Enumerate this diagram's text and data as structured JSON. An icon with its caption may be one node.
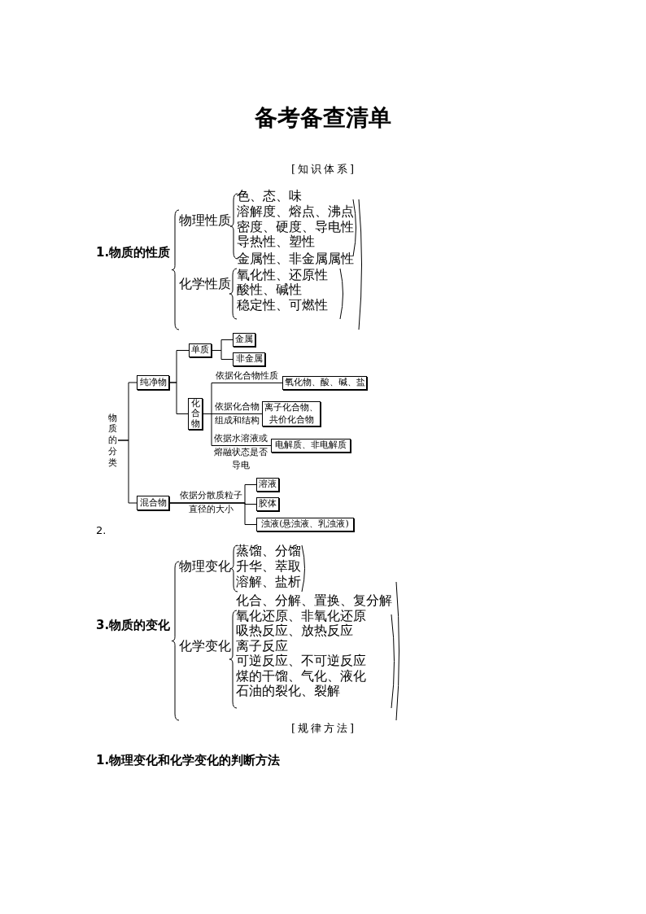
{
  "diagram": {
    "title": "备考备查清单",
    "nodes": [
      {
        "text": [
          "物质的分类"
        ]
      },
      {
        "text": [
          "纯净物"
        ]
      },
      {
        "text": [
          "混合物"
        ]
      },
      {
        "text": [
          "单质"
        ]
      },
      {
        "text": [
          "化合物"
        ]
      },
      {
        "text": [
          "金属"
        ]
      },
      {
        "text": [
          "非金属"
        ]
      },
      {
        "text": [
          "氧化物、酸、碱、盐"
        ]
      },
      {
        "text": [
          "离子化合物、共价化合物"
        ]
      },
      {
        "text": [
          "电解质、非电解质"
        ]
      },
      {
        "text": [
          "溶液"
        ]
      },
      {
        "text": [
          "胶体"
        ]
      },
      {
        "text": [
          "浊液(悬浊液、乳浊液)"
        ]
      }
    ],
    "edges": [
      {
        "from": 0,
        "to": 1,
        "arrow": "none"
      },
      {
        "from": 0,
        "to": 2,
        "arrow": "none"
      },
      {
        "from": 1,
        "to": 3,
        "arrow": "none"
      },
      {
        "from": 1,
        "to": 4,
        "arrow": "none"
      },
      {
        "from": 3,
        "to": 5,
        "arrow": "none"
      },
      {
        "from": 3,
        "to": 6,
        "arrow": "none"
      },
      {
        "from": 4,
        "to": 7,
        "arrow": "none",
        "label": "依据化合物性质"
      },
      {
        "from": 4,
        "to": 8,
        "arrow": "none",
        "label": "依据化合物组成和结构"
      },
      {
        "from": 4,
        "to": 9,
        "arrow": "none",
        "label": "依据水溶液或熔融状态是否导电"
      },
      {
        "from": 2,
        "to": 10,
        "arrow": "none",
        "label": "依据分散质粒子直径的大小"
      },
      {
        "from": 2,
        "to": 11,
        "arrow": "none"
      },
      {
        "from": 2,
        "to": 12,
        "arrow": "none"
      }
    ],
    "labels": [
      "[知识体系]",
      "1.物质的性质",
      "物理性质",
      "色、态、味",
      "溶解度、熔点、沸点",
      "密度、硬度、导电性",
      "导热性、塑性",
      "化学性质",
      "金属性、非金属属性",
      "氧化性、还原性",
      "酸性、碱性",
      "稳定性、可燃性",
      "2.",
      "3.物质的变化",
      "物理变化",
      "蒸馏、分馏",
      "升华、萃取",
      "溶解、盐析",
      "化学变化",
      "化合、分解、置换、复分解",
      "氧化还原、非氧化还原",
      "吸热反应、放热反应",
      "离子反应",
      "可逆反应、不可逆反应",
      "煤的干馏、气化、液化",
      "石油的裂化、裂解",
      "[规律方法]",
      "1.物理变化和化学变化的判断方法"
    ]
  }
}
